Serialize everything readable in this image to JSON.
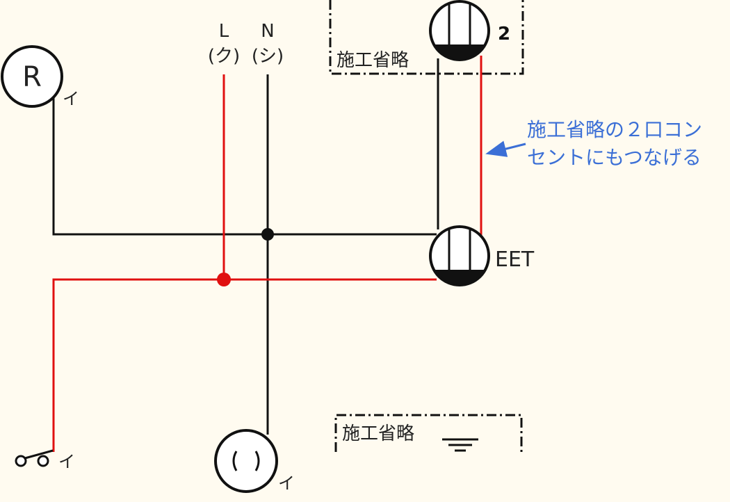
{
  "colors": {
    "background": "#fffbf0",
    "line": "#111111",
    "hot_wire": "#e01010",
    "annotation": "#3b6fd6"
  },
  "source": {
    "L_label": "L",
    "L_sub": "(ク)",
    "N_label": "N",
    "N_sub": "(シ)"
  },
  "lamp": {
    "symbol": "R",
    "tag": "イ"
  },
  "switch": {
    "tag": "イ"
  },
  "outlet_bottom": {
    "tag": "イ"
  },
  "outlet_top": {
    "count_label": "2"
  },
  "outlet_main": {
    "label": "EET"
  },
  "omitted_top": {
    "text": "施工省略"
  },
  "omitted_bottom": {
    "text": "施工省略"
  },
  "annotation": {
    "line1": "施工省略の２口コン",
    "line2": "セントにもつなげる"
  }
}
